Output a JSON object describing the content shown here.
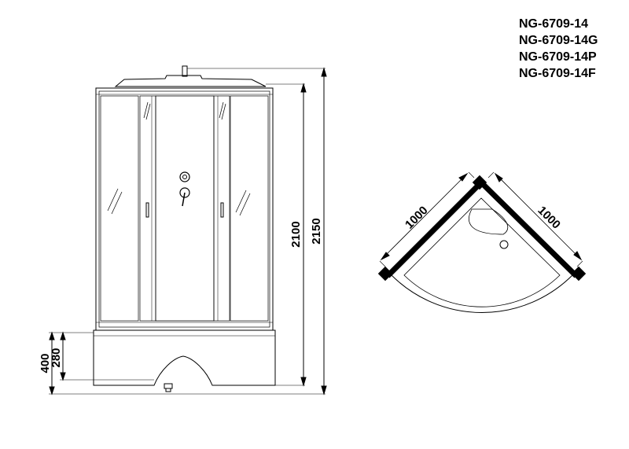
{
  "models": [
    "NG-6709-14",
    "NG-6709-14G",
    "NG-6709-14P",
    "NG-6709-14F"
  ],
  "dimensions": {
    "tray_height": "400",
    "tray_inner_height": "280",
    "cabin_height": "2100",
    "total_height": "2150",
    "side_left": "1000",
    "side_right": "1000"
  },
  "colors": {
    "line": "#000000",
    "background": "#ffffff"
  }
}
